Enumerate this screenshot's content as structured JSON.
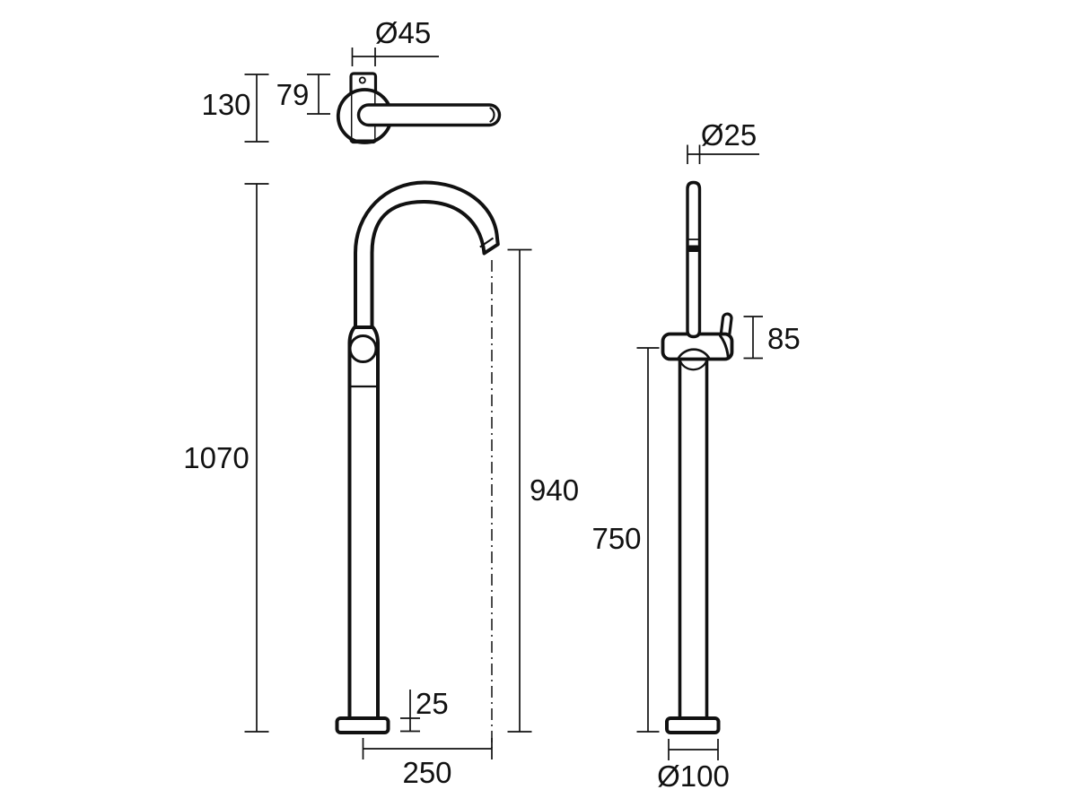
{
  "colors": {
    "ink": "#111111",
    "paper": "#ffffff"
  },
  "views": {
    "top": {
      "dims": {
        "plate_width": "Ø45",
        "overall_depth": "130",
        "plate_to_handle": "79"
      }
    },
    "front": {
      "dims": {
        "overall_height": "1070",
        "spout_outlet_height": "940",
        "base_plate_height": "25",
        "spout_reach": "250"
      }
    },
    "side": {
      "dims": {
        "spout_tube_diameter": "Ø25",
        "handle_body_height": "85",
        "body_mount_height": "750",
        "base_plate_diameter": "Ø100"
      }
    }
  }
}
